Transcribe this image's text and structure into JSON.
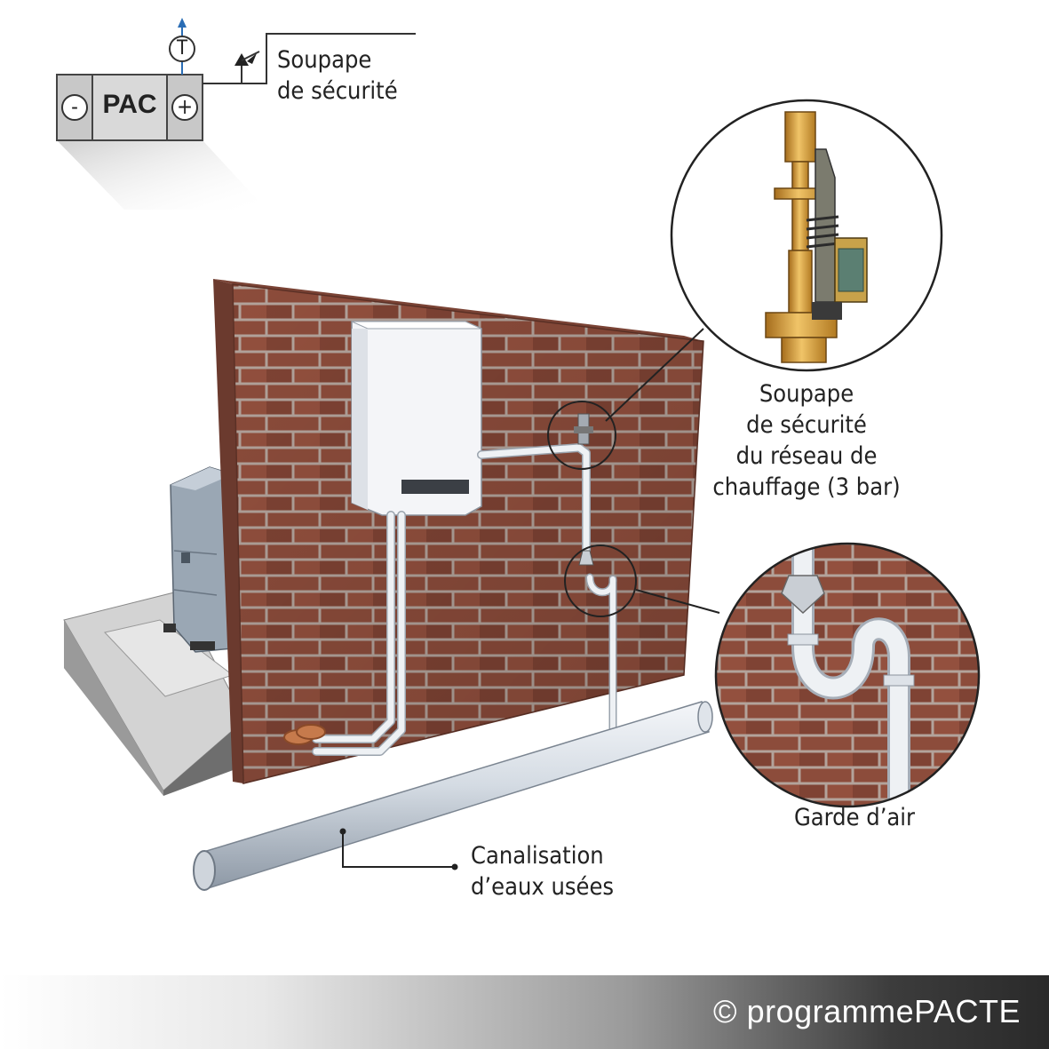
{
  "legend": {
    "unit_label": "PAC",
    "minus": "-",
    "plus": "+",
    "thermometer_symbol": "T",
    "valve_label": "Soupape\nde sécurité"
  },
  "labels": {
    "valve_callout": "Soupape\nde sécurité\ndu réseau de\nchauffage (3 bar)",
    "air_gap_callout": "Garde d’air",
    "drain_callout": "Canalisation\nd’eaux usées"
  },
  "footer": {
    "copyright": "© programmePACTE"
  },
  "colors": {
    "brick": "#8a4a3a",
    "mortar": "#b9aaa2",
    "boiler": "#f4f5f8",
    "pipe": "#e9edf2",
    "brass": "#d4a040",
    "accent_arrow": "#2a6db5"
  }
}
